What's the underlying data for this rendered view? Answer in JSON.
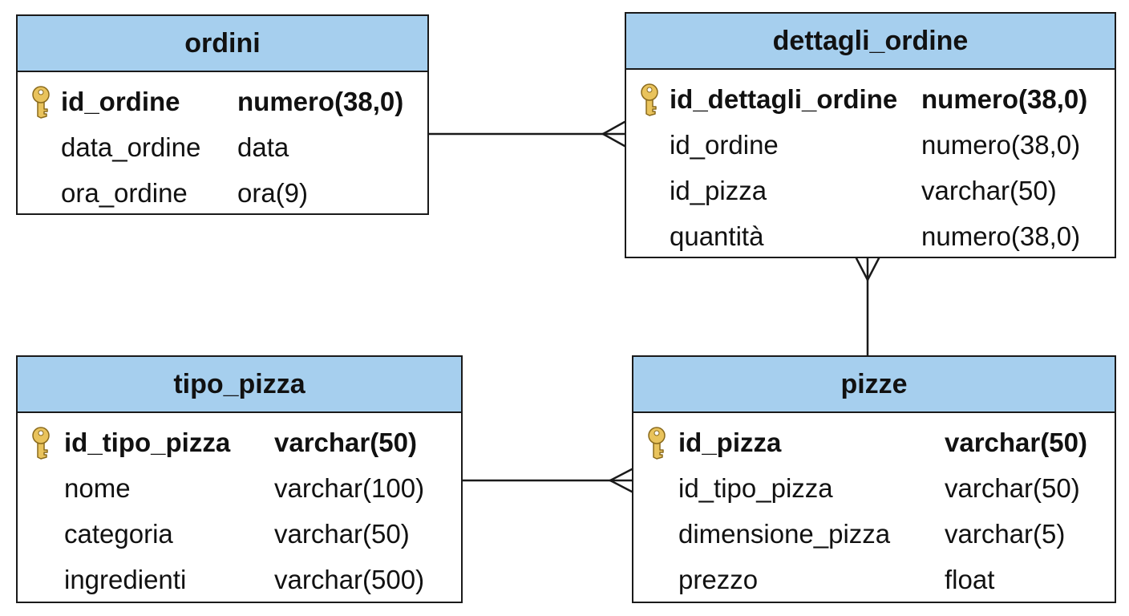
{
  "diagram": {
    "entities": {
      "ordini": {
        "title": "ordini",
        "fields": [
          {
            "name": "id_ordine",
            "type": "numero(38,0)",
            "primary_key": true
          },
          {
            "name": "data_ordine",
            "type": "data",
            "primary_key": false
          },
          {
            "name": "ora_ordine",
            "type": "ora(9)",
            "primary_key": false
          }
        ]
      },
      "dettagli_ordine": {
        "title": "dettagli_ordine",
        "fields": [
          {
            "name": "id_dettagli_ordine",
            "type": "numero(38,0)",
            "primary_key": true
          },
          {
            "name": "id_ordine",
            "type": "numero(38,0)",
            "primary_key": false
          },
          {
            "name": "id_pizza",
            "type": "varchar(50)",
            "primary_key": false
          },
          {
            "name": "quantità",
            "type": "numero(38,0)",
            "primary_key": false
          }
        ]
      },
      "tipo_pizza": {
        "title": "tipo_pizza",
        "fields": [
          {
            "name": "id_tipo_pizza",
            "type": "varchar(50)",
            "primary_key": true
          },
          {
            "name": "nome",
            "type": "varchar(100)",
            "primary_key": false
          },
          {
            "name": "categoria",
            "type": "varchar(50)",
            "primary_key": false
          },
          {
            "name": "ingredienti",
            "type": "varchar(500)",
            "primary_key": false
          }
        ]
      },
      "pizze": {
        "title": "pizze",
        "fields": [
          {
            "name": "id_pizza",
            "type": "varchar(50)",
            "primary_key": true
          },
          {
            "name": "id_tipo_pizza",
            "type": "varchar(50)",
            "primary_key": false
          },
          {
            "name": "dimensione_pizza",
            "type": "varchar(5)",
            "primary_key": false
          },
          {
            "name": "prezzo",
            "type": "float",
            "primary_key": false
          }
        ]
      }
    },
    "relationships": [
      {
        "from": "ordini",
        "to": "dettagli_ordine",
        "cardinality": "one-to-many"
      },
      {
        "from": "pizze",
        "to": "dettagli_ordine",
        "cardinality": "one-to-many"
      },
      {
        "from": "tipo_pizza",
        "to": "pizze",
        "cardinality": "one-to-many"
      }
    ],
    "icons": {
      "primary_key": "key-icon"
    },
    "colors": {
      "header_fill": "#a6cfee",
      "border": "#1a1a1a",
      "key_fill": "#e9c35c",
      "key_stroke": "#8a6a1c"
    }
  }
}
